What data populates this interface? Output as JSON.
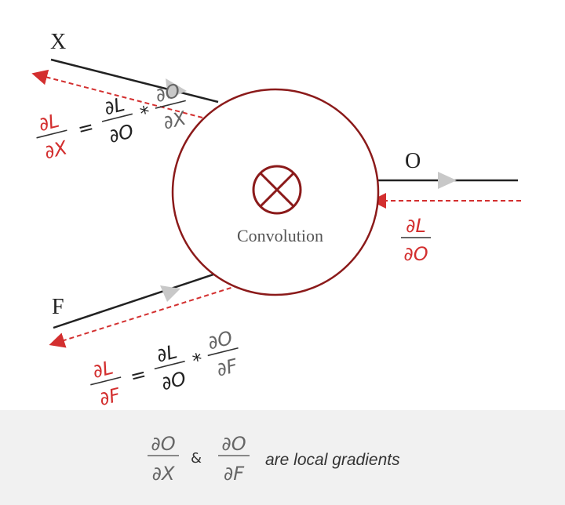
{
  "node": {
    "label": "Convolution",
    "symbol": "⊗"
  },
  "inputs": {
    "x_label": "X",
    "f_label": "F"
  },
  "output": {
    "label": "O"
  },
  "gradients": {
    "dLdO": {
      "num": "∂L",
      "den": "∂O"
    },
    "dLdX": {
      "lhs_num": "∂L",
      "lhs_den": "∂X",
      "eq": "=",
      "a_num": "∂L",
      "a_den": "∂O",
      "times": "*",
      "b_num": "∂O",
      "b_den": "∂X"
    },
    "dLdF": {
      "lhs_num": "∂L",
      "lhs_den": "∂F",
      "eq": "=",
      "a_num": "∂L",
      "a_den": "∂O",
      "times": "*",
      "b_num": "∂O",
      "b_den": "∂F"
    }
  },
  "footer": {
    "t1_num": "∂O",
    "t1_den": "∂X",
    "amp": "&",
    "t2_num": "∂O",
    "t2_den": "∂F",
    "text": "are local gradients"
  },
  "colors": {
    "node_stroke": "#8b1a1a",
    "gradient_red": "#d32f2f",
    "arrow_gray": "#c8c8c8",
    "local_gray": "#666666",
    "ink": "#222222",
    "footer_bg": "#f1f1f1"
  }
}
